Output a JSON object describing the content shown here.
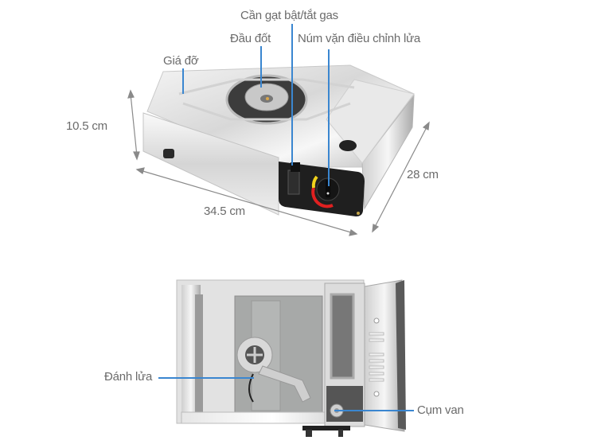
{
  "top_diagram": {
    "labels": {
      "lever": "Cần gạt bật/tắt gas",
      "burner": "Đầu đốt",
      "knob": "Núm vặn điều chỉnh lửa",
      "support": "Giá đỡ"
    },
    "dimensions": {
      "height": "10.5 cm",
      "width": "34.5 cm",
      "depth": "28 cm"
    }
  },
  "bottom_diagram": {
    "labels": {
      "igniter": "Đánh lửa",
      "valve": "Cụm van"
    }
  },
  "colors": {
    "pointer": "#3a86d0",
    "label_text": "#6b6b6b",
    "dimension_arrow": "#8a8a8a"
  }
}
